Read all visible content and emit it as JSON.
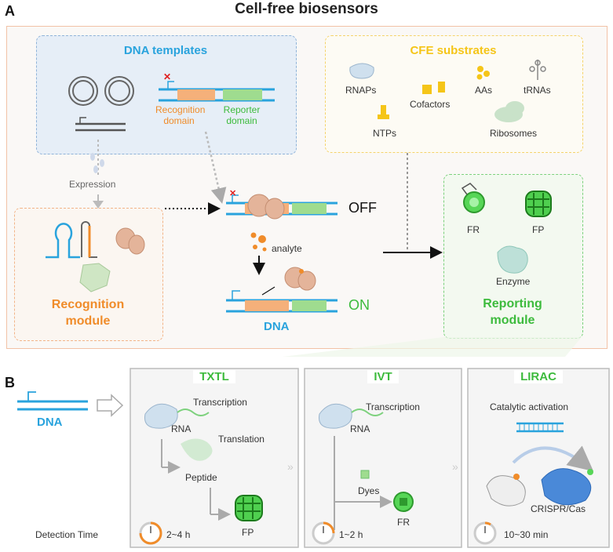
{
  "title": "Cell-free biosensors",
  "panel_a": {
    "letter": "A",
    "dna_templates": {
      "heading": "DNA templates",
      "recognition_domain": "Recognition domain",
      "recognition_domain_l1": "Recognition",
      "recognition_domain_l2": "domain",
      "reporter_domain_l1": "Reporter",
      "reporter_domain_l2": "domain"
    },
    "cfe_substrates": {
      "heading": "CFE substrates",
      "rnaps": "RNAPs",
      "cofactors": "Cofactors",
      "aas": "AAs",
      "trnas": "tRNAs",
      "ntps": "NTPs",
      "ribosomes": "Ribosomes"
    },
    "expression": "Expression",
    "recognition_module_l1": "Recognition",
    "recognition_module_l2": "module",
    "off": "OFF",
    "on": "ON",
    "analyte": "analyte",
    "dna": "DNA",
    "reporting": {
      "fr": "FR",
      "fp": "FP",
      "enzyme": "Enzyme",
      "module_l1": "Reporting",
      "module_l2": "module"
    }
  },
  "panel_b": {
    "letter": "B",
    "dna": "DNA",
    "detection_time": "Detection Time",
    "txtl": {
      "heading": "TXTL",
      "transcription": "Transcription",
      "rna": "RNA",
      "translation": "Translation",
      "peptide": "Peptide",
      "fp": "FP",
      "time": "2~4 h"
    },
    "ivt": {
      "heading": "IVT",
      "transcription": "Transcription",
      "rna": "RNA",
      "dyes": "Dyes",
      "fr": "FR",
      "time": "1~2 h"
    },
    "lirac": {
      "heading": "LIRAC",
      "catalytic": "Catalytic activation",
      "crispr": "CRISPR/Cas",
      "time": "10~30 min"
    }
  },
  "colors": {
    "blue": "#29a3dd",
    "orange": "#f08c2a",
    "green": "#3dbb3d",
    "yellow": "#f5c518",
    "panel_border": "#f2c2a6"
  }
}
